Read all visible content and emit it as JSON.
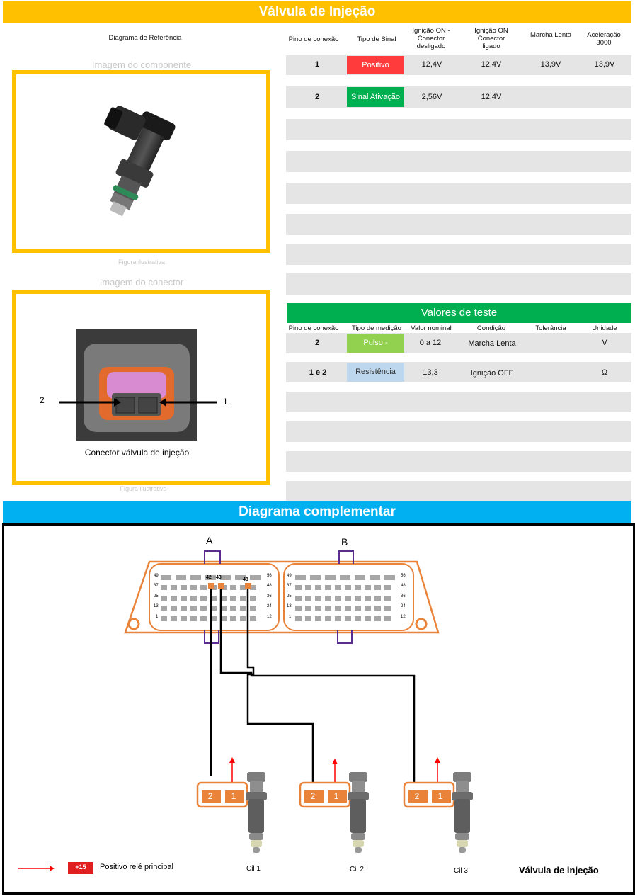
{
  "title": "Válvula de Injeção",
  "reference": {
    "header": "Diagrama de Referência",
    "component_caption": "Imagem do componente",
    "connector_caption": "Imagem do conector",
    "figure_note_1": "Figura ilustrativa",
    "figure_note_2": "Figura ilustrativa",
    "connector_label": "Conector válvula de injeção",
    "arrow_left_label": "2",
    "arrow_right_label": "1"
  },
  "pins_table": {
    "headers": [
      "Pino de conexão",
      "Tipo de Sinal",
      "Ignição ON - Conector desligado",
      "Ignição ON Conector ligado",
      "Marcha Lenta",
      "Aceleração 3000"
    ],
    "rows": [
      {
        "pin": "1",
        "signal": "Positivo",
        "signal_color": "#FF3B3B",
        "v1": "12,4V",
        "v2": "12,4V",
        "v3": "13,9V",
        "v4": "13,9V"
      },
      {
        "pin": "2",
        "signal": "Sinal Ativação",
        "signal_color": "#00B050",
        "v1": "2,56V",
        "v2": "12,4V",
        "v3": "",
        "v4": ""
      }
    ]
  },
  "test_values": {
    "title": "Valores de teste",
    "headers": [
      "Pino de conexão",
      "Tipo de medição",
      "Valor nominal",
      "Condição",
      "Tolerância",
      "Unidade"
    ],
    "rows": [
      {
        "pin": "2",
        "type": "Pulso -",
        "type_color": "#92D050",
        "nominal": "0 a 12",
        "condition": "Marcha Lenta",
        "tolerance": "",
        "unit": "V"
      },
      {
        "pin": "1 e 2",
        "type": "Resistência",
        "type_color": "#BDD7EE",
        "nominal": "13,3",
        "condition": "Ignição OFF",
        "tolerance": "",
        "unit": "Ω"
      }
    ]
  },
  "diagram": {
    "title": "Diagrama complementar",
    "ecu_a": "A",
    "ecu_b": "B",
    "ecu_a_pins": [
      "49",
      "37",
      "25",
      "13",
      "1",
      "56",
      "48",
      "36",
      "24",
      "12"
    ],
    "ecu_b_pins": [
      "49",
      "37",
      "25",
      "13",
      "1",
      "56",
      "48",
      "36",
      "24",
      "12"
    ],
    "highlight_pins": [
      "42",
      "43",
      "48"
    ],
    "cylinders": [
      {
        "label": "Cil 1",
        "pin2": "2",
        "pin1": "1"
      },
      {
        "label": "Cil 2",
        "pin2": "2",
        "pin1": "1"
      },
      {
        "label": "Cil 3",
        "pin2": "2",
        "pin1": "1"
      }
    ],
    "legend_badge": "+15",
    "legend_text": "Positivo relé principal",
    "component_name": "Válvula de injeção",
    "colors": {
      "ecu": "#E9833A",
      "pin": "#a6a6a6",
      "clip": "#5B2C8F",
      "wire": "#000000",
      "arrow": "#FF0000"
    }
  }
}
